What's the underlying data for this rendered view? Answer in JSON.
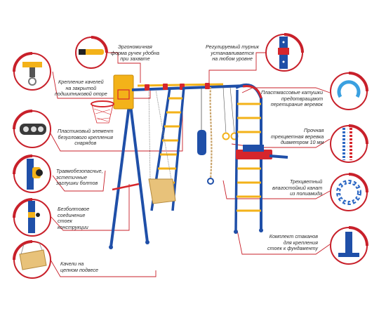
{
  "colors": {
    "callout_ring": "#c8202a",
    "leader_line": "#c8202a",
    "frame_blue": "#1f4fa8",
    "frame_yellow": "#f3b219",
    "frame_red": "#d6262c",
    "wood": "#e8c27a"
  },
  "callouts": [
    {
      "id": "grip-handles",
      "icon": "yellow-handle-icon",
      "lines": [
        "Эргономичная",
        "форма ручек удобна",
        "при захвате"
      ]
    },
    {
      "id": "swing-mount",
      "icon": "bearing-bracket-icon",
      "lines": [
        "Крепление качелей",
        "на закрытой",
        "подшипниковой опоре"
      ]
    },
    {
      "id": "plastic-element",
      "icon": "plastic-clamp-icon",
      "lines": [
        "Пластиковый элемент",
        "безуглового крепления",
        "снарядов"
      ]
    },
    {
      "id": "safe-caps",
      "icon": "blue-pipe-cap-icon",
      "lines": [
        "Травмобезопасные,",
        "эстетичные",
        "заглушки болтов"
      ]
    },
    {
      "id": "boltless-joint",
      "icon": "pipe-joint-icon",
      "lines": [
        "Безболтовое",
        "соединение",
        "стоек",
        "конструкции"
      ]
    },
    {
      "id": "chain-swing",
      "icon": "wooden-swing-seat-icon",
      "lines": [
        "Качели на",
        "цепном подвесе"
      ]
    },
    {
      "id": "adjustable-bar",
      "icon": "adjustable-bar-icon",
      "lines": [
        "Регулируемый турник",
        "устанавливается",
        "на любом уровне"
      ]
    },
    {
      "id": "plastic-reels",
      "icon": "blue-reel-icon",
      "lines": [
        "Пластмассовые катушки",
        "предотвращают",
        "перетирание веревок"
      ]
    },
    {
      "id": "strong-rope",
      "icon": "twisted-rope-icon",
      "lines": [
        "Прочная",
        "трехцветная веревка",
        "диаметром 10 мм"
      ]
    },
    {
      "id": "polyamide-rope",
      "icon": "rope-coil-icon",
      "lines": [
        "Трехцветный",
        "влагостойкий канат",
        "из полиамида"
      ]
    },
    {
      "id": "foundation-cups",
      "icon": "anchor-cup-icon",
      "lines": [
        "Комплект стаканов",
        "для крепления",
        "стоек к фундаменту"
      ]
    }
  ]
}
